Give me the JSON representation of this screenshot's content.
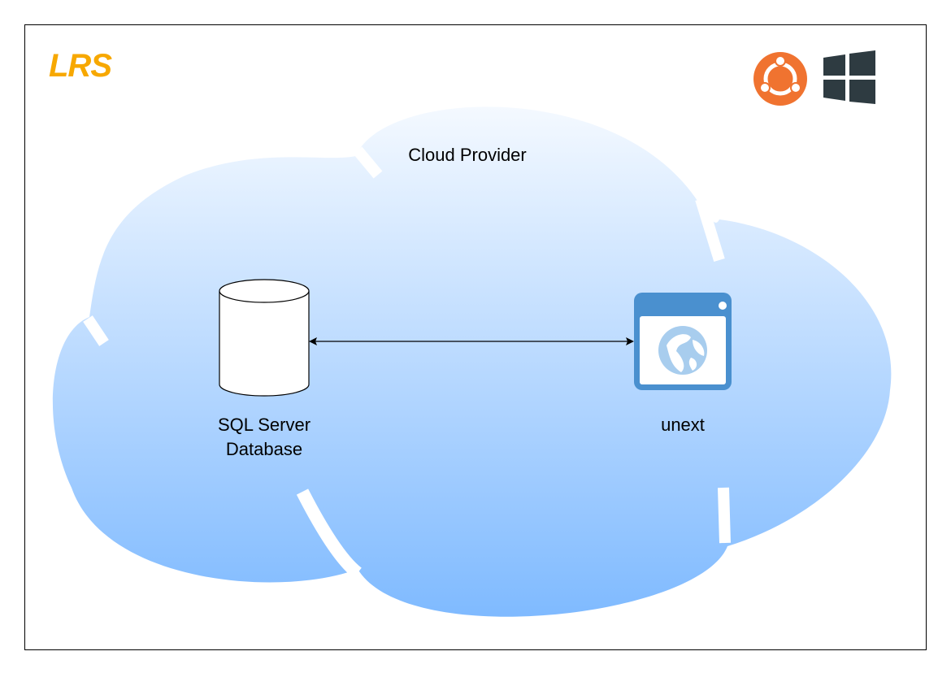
{
  "brand": {
    "logo_text": "LRS",
    "logo_color": "#F7A800"
  },
  "os_icons": [
    {
      "icon": "ubuntu-icon",
      "color": "#F07330"
    },
    {
      "icon": "windows-icon",
      "color": "#2E3B41"
    }
  ],
  "cloud": {
    "label": "Cloud Provider",
    "gradient_top": "#F4F9FF",
    "gradient_bottom": "#7FBAFF"
  },
  "nodes": {
    "database": {
      "label_line1": "SQL Server",
      "label_line2": "Database",
      "icon": "database-cylinder-icon"
    },
    "app": {
      "label": "unext",
      "icon": "web-browser-globe-icon",
      "accent": "#4A90CF"
    }
  },
  "connection": {
    "from": "database",
    "to": "app",
    "direction": "bidirectional"
  }
}
